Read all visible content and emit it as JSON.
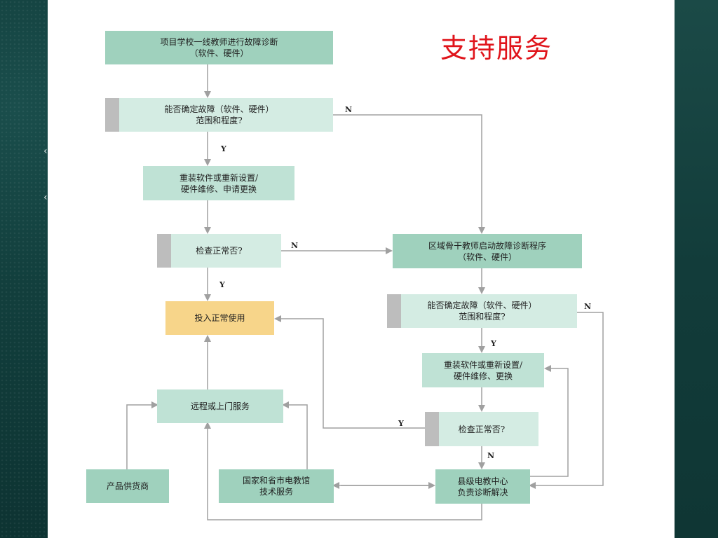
{
  "title": "支持服务",
  "nodes": {
    "n1": "项目学校一线教师进行故障诊断\n（软件、硬件）",
    "n2": "能否确定故障（软件、硬件）\n范围和程度?",
    "n3": "重装软件或重新设置/\n硬件维修、申请更换",
    "n4": "检查正常否?",
    "n5": "投入正常使用",
    "n6": "远程或上门服务",
    "n7": "产品供货商",
    "n8": "国家和省市电教馆\n技术服务",
    "r1": "区域骨干教师启动故障诊断程序\n（软件、硬件）",
    "r2": "能否确定故障（软件、硬件）\n范围和程度?",
    "r3": "重装软件或重新设置/\n硬件维修、更换",
    "r4": "检查正常否?",
    "r5": "县级电教中心\n负责诊断解决"
  },
  "labels": {
    "n_top": "N",
    "y_top": "Y",
    "n_mid": "N",
    "y_mid": "Y",
    "n_right": "N",
    "y_right": "Y",
    "y_back": "Y",
    "n_bottom": "N"
  },
  "colors": {
    "title": "#e0141b",
    "node_dark": "#9fd1bd",
    "node_light": "#d4ece3",
    "node_yellow": "#f7d58a",
    "tab_gray": "#bdbdbd",
    "arrow": "#a0a0a0"
  }
}
